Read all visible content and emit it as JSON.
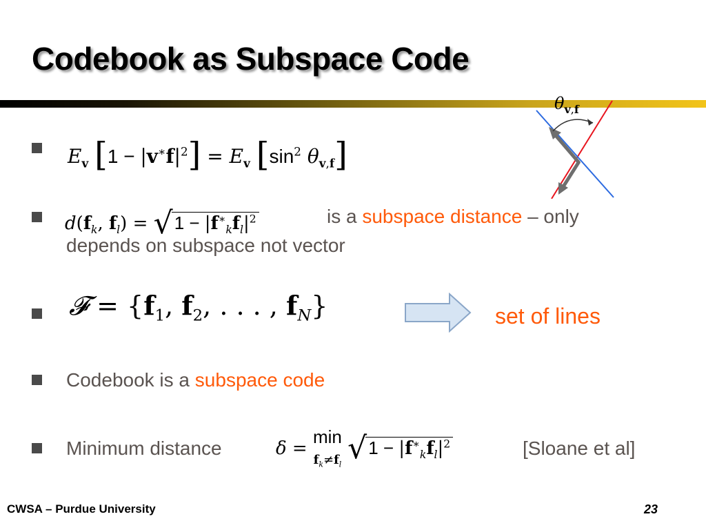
{
  "slide": {
    "title": "Codebook as Subspace Code"
  },
  "diagram": {
    "label": "θ v,f",
    "colors": {
      "red_line": "#e8141e",
      "blue_line": "#2d6be0",
      "arrow": "#6e6e6e"
    }
  },
  "bullets": [
    {
      "formula": "E_v [1 − |v*f|²] = E_v [sin² θ_v,f]"
    },
    {
      "formula": "d(f_k, f_l) = √(1 − |f_k* f_l|²)",
      "text_before": "is a",
      "highlight": "subspace distance",
      "text_after": "– only",
      "line2": "depends on subspace not vector"
    },
    {
      "formula": "𝓕 = {f₁, f₂, . . . , f_N}",
      "arrow_to": "set of lines"
    },
    {
      "text": "Codebook is a",
      "highlight": "subspace code"
    },
    {
      "text": "Minimum distance",
      "formula": "δ = min_{f_k≠f_l} √(1 − |f_k* f_l|²)",
      "citation": "[Sloane et al]"
    }
  ],
  "footer": {
    "left": "CWSA – Purdue University",
    "page": "23"
  },
  "colors": {
    "accent": "#ff5a0a",
    "body_text": "#5a5350",
    "arrow_fill": "#d6e4f3",
    "arrow_stroke": "#8aa6c8"
  }
}
